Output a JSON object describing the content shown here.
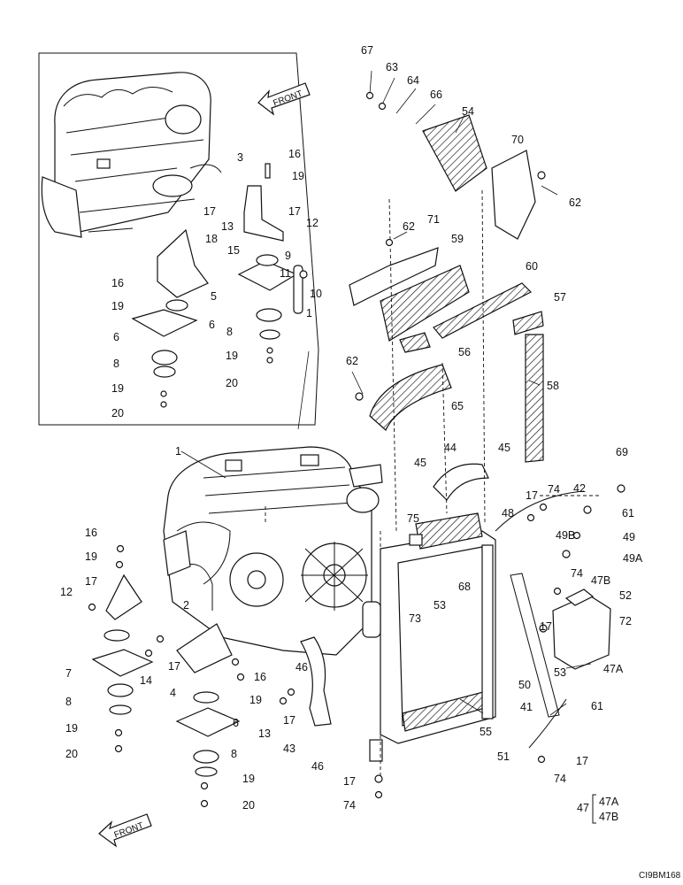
{
  "diagram": {
    "front_label_top": "FRONT",
    "front_label_bottom": "FRONT",
    "figure_code": "CI9BM168",
    "group_note": {
      "number": "47",
      "items": [
        "47A",
        "47B"
      ]
    },
    "callouts": [
      {
        "id": "c67",
        "text": "67"
      },
      {
        "id": "c63",
        "text": "63"
      },
      {
        "id": "c64",
        "text": "64"
      },
      {
        "id": "c66",
        "text": "66"
      },
      {
        "id": "c54",
        "text": "54"
      },
      {
        "id": "c70",
        "text": "70"
      },
      {
        "id": "c62a",
        "text": "62"
      },
      {
        "id": "c62b",
        "text": "62"
      },
      {
        "id": "c71",
        "text": "71"
      },
      {
        "id": "c59",
        "text": "59"
      },
      {
        "id": "c60",
        "text": "60"
      },
      {
        "id": "c57",
        "text": "57"
      },
      {
        "id": "c56",
        "text": "56"
      },
      {
        "id": "c62c",
        "text": "62"
      },
      {
        "id": "c58",
        "text": "58"
      },
      {
        "id": "c65",
        "text": "65"
      },
      {
        "id": "c3",
        "text": "3"
      },
      {
        "id": "c16a",
        "text": "16"
      },
      {
        "id": "c19a",
        "text": "19"
      },
      {
        "id": "c17a",
        "text": "17"
      },
      {
        "id": "c13a",
        "text": "13"
      },
      {
        "id": "c17b",
        "text": "17"
      },
      {
        "id": "c12a",
        "text": "12"
      },
      {
        "id": "c18",
        "text": "18"
      },
      {
        "id": "c15",
        "text": "15"
      },
      {
        "id": "c9",
        "text": "9"
      },
      {
        "id": "c11",
        "text": "11"
      },
      {
        "id": "c10",
        "text": "10"
      },
      {
        "id": "c16b",
        "text": "16"
      },
      {
        "id": "c19b",
        "text": "19"
      },
      {
        "id": "c5",
        "text": "5"
      },
      {
        "id": "c1a",
        "text": "1"
      },
      {
        "id": "c6a",
        "text": "6"
      },
      {
        "id": "c6b",
        "text": "6"
      },
      {
        "id": "c8a",
        "text": "8"
      },
      {
        "id": "c8b",
        "text": "8"
      },
      {
        "id": "c19c",
        "text": "19"
      },
      {
        "id": "c20a",
        "text": "20"
      },
      {
        "id": "c19d",
        "text": "19"
      },
      {
        "id": "c20b",
        "text": "20"
      },
      {
        "id": "c1b",
        "text": "1"
      },
      {
        "id": "c44",
        "text": "44"
      },
      {
        "id": "c45a",
        "text": "45"
      },
      {
        "id": "c45b",
        "text": "45"
      },
      {
        "id": "c69",
        "text": "69"
      },
      {
        "id": "c74a",
        "text": "74"
      },
      {
        "id": "c42",
        "text": "42"
      },
      {
        "id": "c17c",
        "text": "17"
      },
      {
        "id": "c61a",
        "text": "61"
      },
      {
        "id": "c75",
        "text": "75"
      },
      {
        "id": "c48",
        "text": "48"
      },
      {
        "id": "c49B",
        "text": "49B"
      },
      {
        "id": "c49",
        "text": "49"
      },
      {
        "id": "c49A",
        "text": "49A"
      },
      {
        "id": "c74b",
        "text": "74"
      },
      {
        "id": "c47B",
        "text": "47B"
      },
      {
        "id": "c52",
        "text": "52"
      },
      {
        "id": "c72",
        "text": "72"
      },
      {
        "id": "c68",
        "text": "68"
      },
      {
        "id": "c73",
        "text": "73"
      },
      {
        "id": "c53a",
        "text": "53"
      },
      {
        "id": "c17d",
        "text": "17"
      },
      {
        "id": "c53b",
        "text": "53"
      },
      {
        "id": "c47A",
        "text": "47A"
      },
      {
        "id": "c50",
        "text": "50"
      },
      {
        "id": "c41",
        "text": "41"
      },
      {
        "id": "c61b",
        "text": "61"
      },
      {
        "id": "c16c",
        "text": "16"
      },
      {
        "id": "c19e",
        "text": "19"
      },
      {
        "id": "c12b",
        "text": "12"
      },
      {
        "id": "c17e",
        "text": "17"
      },
      {
        "id": "c2",
        "text": "2"
      },
      {
        "id": "c7",
        "text": "7"
      },
      {
        "id": "c14",
        "text": "14"
      },
      {
        "id": "c17f",
        "text": "17"
      },
      {
        "id": "c4",
        "text": "4"
      },
      {
        "id": "c16d",
        "text": "16"
      },
      {
        "id": "c46a",
        "text": "46"
      },
      {
        "id": "c19f",
        "text": "19"
      },
      {
        "id": "c13b",
        "text": "13"
      },
      {
        "id": "c17g",
        "text": "17"
      },
      {
        "id": "c6c",
        "text": "6"
      },
      {
        "id": "c8c",
        "text": "8"
      },
      {
        "id": "c19g",
        "text": "19"
      },
      {
        "id": "c20c",
        "text": "20"
      },
      {
        "id": "c19h",
        "text": "19"
      },
      {
        "id": "c20d",
        "text": "20"
      },
      {
        "id": "c43",
        "text": "43"
      },
      {
        "id": "c46b",
        "text": "46"
      },
      {
        "id": "c55",
        "text": "55"
      },
      {
        "id": "c17h",
        "text": "17"
      },
      {
        "id": "c74c",
        "text": "74"
      },
      {
        "id": "c51",
        "text": "51"
      },
      {
        "id": "c74d",
        "text": "74"
      },
      {
        "id": "c17i",
        "text": "17"
      },
      {
        "id": "c8d",
        "text": "8"
      }
    ]
  }
}
